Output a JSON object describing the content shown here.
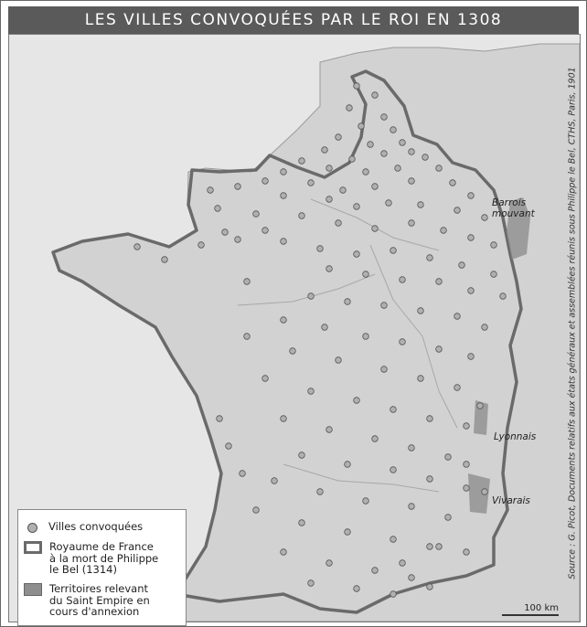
{
  "title": "LES VILLES CONVOQUÉES PAR LE ROI EN 1308",
  "legend": {
    "towns": "Villes convoquées",
    "kingdom_1": "Royaume de France",
    "kingdom_2": "à la mort de Philippe",
    "kingdom_3": "le Bel (1314)",
    "empire_1": "Territoires relevant",
    "empire_2": "du Saint Empire en",
    "empire_3": "cours d'annexion"
  },
  "regions": {
    "barrois_1": "Barrois",
    "barrois_2": "mouvant",
    "lyonnais": "Lyonnais",
    "vivarais": "Vivarais"
  },
  "scale": "100 km",
  "source": "Source : G. Picot, Documents relatifs aux états généraux et assemblées réunis sous Philippe le Bel, CTHS, Paris, 1901",
  "colors": {
    "land": "#d2d2d2",
    "sea": "#e6e6e6",
    "border": "#6a6a6a",
    "empire_fill": "#8e8e8e",
    "town_dot": "#b0b0b0"
  }
}
